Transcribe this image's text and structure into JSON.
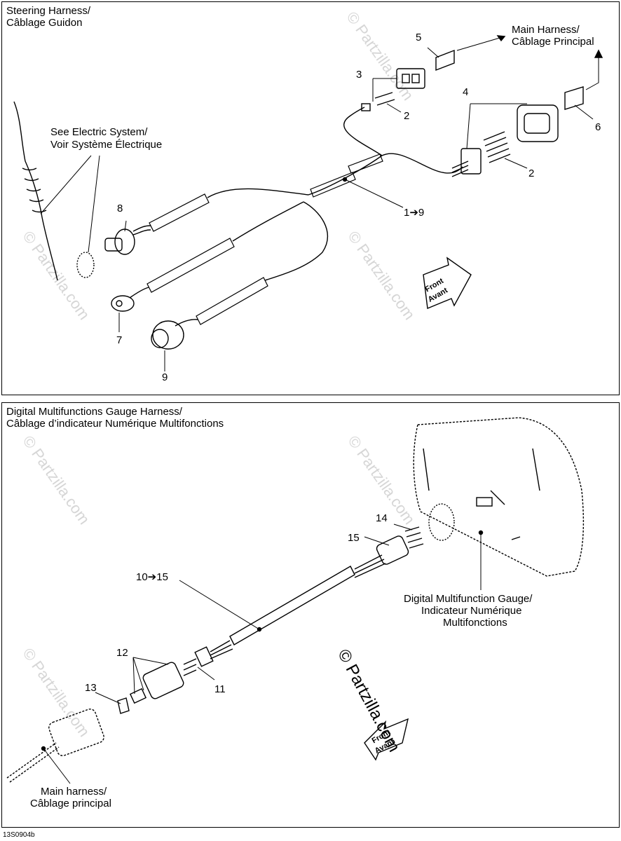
{
  "top_panel": {
    "title_line1": "Steering Harness/",
    "title_line2": "Câblage Guidon",
    "see_electric_1": "See Electric System/",
    "see_electric_2": "Voir Système Électrique",
    "main_harness_1": "Main Harness/",
    "main_harness_2": "Câblage Principal",
    "front_1": "Front",
    "front_2": "Avant",
    "callouts": [
      "1➔9",
      "2",
      "2",
      "3",
      "4",
      "5",
      "6",
      "7",
      "8",
      "9"
    ]
  },
  "bottom_panel": {
    "title_line1": "Digital Multifunctions Gauge Harness/",
    "title_line2": "Câblage d’indicateur Numérique Multifonctions",
    "gauge_1": "Digital Multifunction Gauge/",
    "gauge_2": "Indicateur Numérique",
    "gauge_3": "Multifonctions",
    "main_harness_1": "Main harness/",
    "main_harness_2": "Câblage principal",
    "front_1": "Front",
    "front_2": "Avant",
    "callouts": [
      "10➔15",
      "11",
      "12",
      "13",
      "14",
      "15"
    ]
  },
  "watermark": "© Partzilla.com",
  "figure_code": "13S0904b"
}
